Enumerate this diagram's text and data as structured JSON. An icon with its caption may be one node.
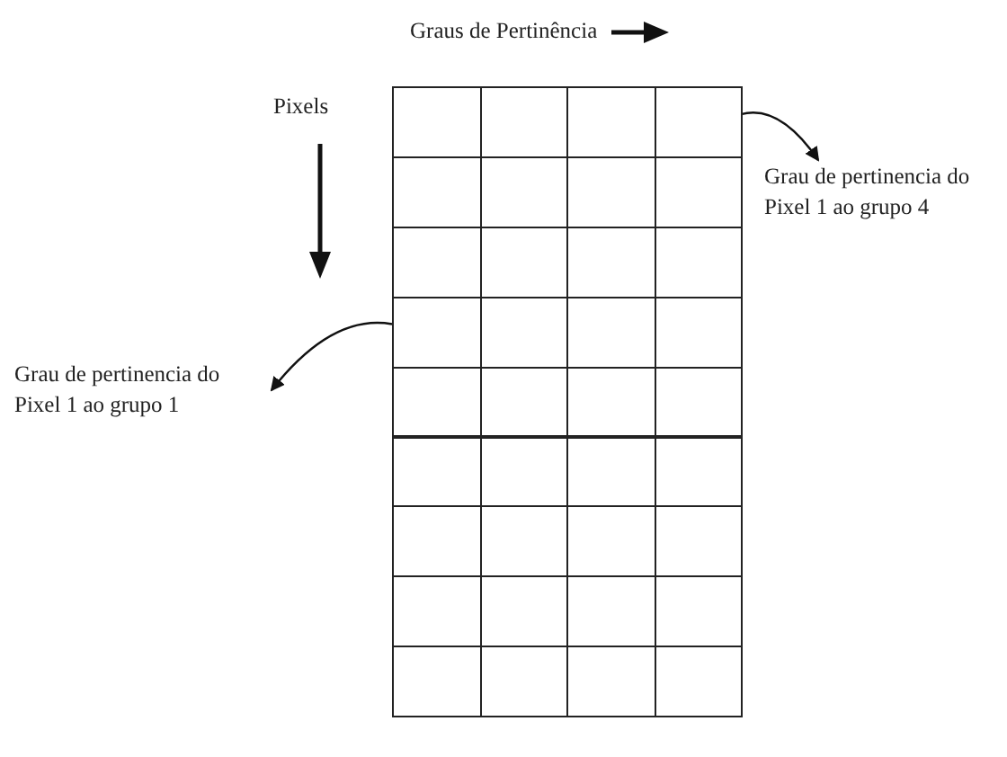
{
  "diagram": {
    "nodes": [
      {
        "text": [
          "Grau de pertinencia do Pixel 1 ao grupo 4"
        ]
      },
      {
        "text": [],
        "shape": "box"
      },
      {
        "text": [
          "Grau de pertinencia do Pixel 1 ao grupo 1"
        ]
      },
      {
        "text": [],
        "shape": "box"
      }
    ],
    "edges": [
      {
        "from": 1,
        "to": 0,
        "arrow": "to"
      },
      {
        "from": 3,
        "to": 2,
        "arrow": "to"
      }
    ],
    "labels": [
      "Graus de Pertinência",
      "Pixels"
    ]
  }
}
